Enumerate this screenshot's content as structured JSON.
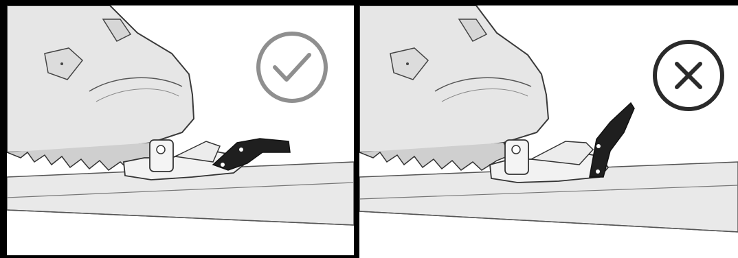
{
  "panels": [
    {
      "id": "correct",
      "symbol": "checkmark-icon",
      "symbol_color": "#8f8f8f",
      "lever_state": "closed-flat"
    },
    {
      "id": "incorrect",
      "symbol": "cross-icon",
      "symbol_color": "#2a2a2a",
      "lever_state": "raised"
    }
  ],
  "colors": {
    "frame": "#000000",
    "background": "#ffffff",
    "boot_fill": "#e6e6e6",
    "boot_stroke": "#3a3a3a",
    "ski_fill": "#e9e9e9",
    "lever_fill": "#1f1f1f"
  }
}
